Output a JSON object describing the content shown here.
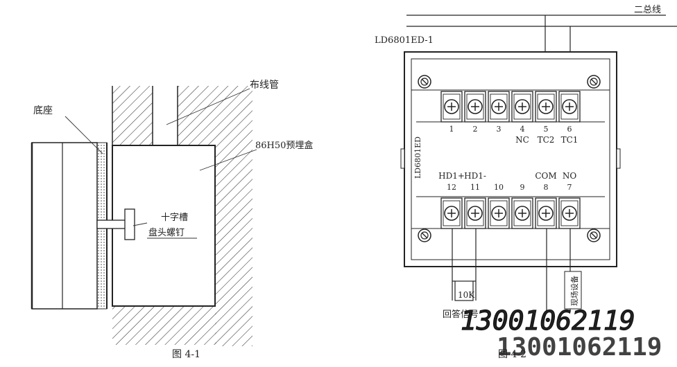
{
  "figure_left": {
    "label_base": "底座",
    "label_conduit": "布线管",
    "label_box": "86H50预埋盒",
    "label_screw_line1": "十字槽",
    "label_screw_line2": "盘头螺钉",
    "caption": "图 4-1"
  },
  "figure_right": {
    "bus_label": "二总线",
    "model_label": "LD6801ED-1",
    "side_model_label": "LD6801ED",
    "top_terminals": [
      {
        "num": "1",
        "label": ""
      },
      {
        "num": "2",
        "label": ""
      },
      {
        "num": "3",
        "label": ""
      },
      {
        "num": "4",
        "label": "NC"
      },
      {
        "num": "5",
        "label": "TC2"
      },
      {
        "num": "6",
        "label": "TC1"
      }
    ],
    "bottom_terminals": [
      {
        "num": "12",
        "label": "HD1+"
      },
      {
        "num": "11",
        "label": "HD1-"
      },
      {
        "num": "10",
        "label": ""
      },
      {
        "num": "9",
        "label": ""
      },
      {
        "num": "8",
        "label": "COM"
      },
      {
        "num": "7",
        "label": "NO"
      }
    ],
    "resistor_label": "10K",
    "feedback_label": "回答信号",
    "field_device_label": "现场设备",
    "caption": "图 4-2"
  },
  "watermark": {
    "text_1": "13001062119",
    "text_2": "13001062119"
  }
}
